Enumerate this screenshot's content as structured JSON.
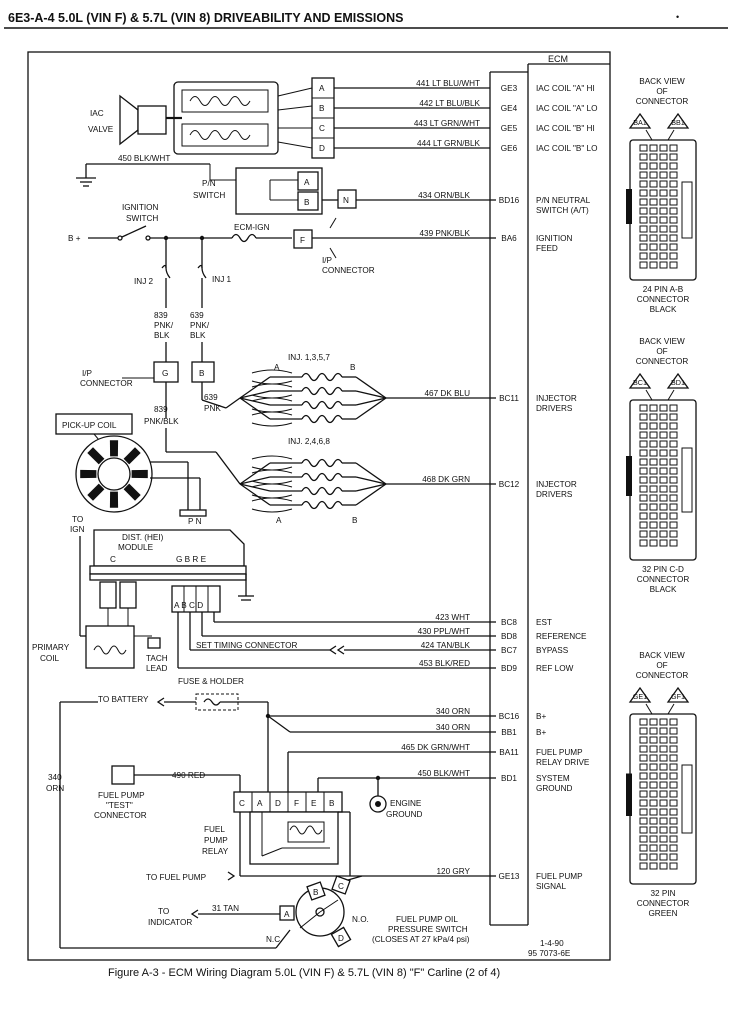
{
  "header": {
    "title": "6E3-A-4  5.0L  (VIN F)  &  5.7L  (VIN 8)  DRIVEABILITY AND EMISSIONS",
    "page_mark": "•"
  },
  "ecm": {
    "title": "ECM"
  },
  "circuits": [
    {
      "wire": "441 LT BLU/WHT",
      "pin": "GE3",
      "label": "IAC COIL \"A\" HI"
    },
    {
      "wire": "442 LT BLU/BLK",
      "pin": "GE4",
      "label": "IAC COIL \"A\" LO"
    },
    {
      "wire": "443 LT GRN/WHT",
      "pin": "GE5",
      "label": "IAC COIL \"B\" HI"
    },
    {
      "wire": "444 LT GRN/BLK",
      "pin": "GE6",
      "label": "IAC COIL \"B\" LO"
    },
    {
      "wire": "434 ORN/BLK",
      "pin": "BD16",
      "label": "P/N NEUTRAL",
      "label2": "SWITCH (A/T)"
    },
    {
      "wire": "439 PNK/BLK",
      "pin": "BA6",
      "label": "IGNITION",
      "label2": "FEED"
    },
    {
      "wire": "467 DK BLU",
      "pin": "BC11",
      "label": "INJECTOR",
      "label2": "DRIVERS"
    },
    {
      "wire": "468 DK GRN",
      "pin": "BC12",
      "label": "INJECTOR",
      "label2": "DRIVERS"
    },
    {
      "wire": "423 WHT",
      "pin": "BC8",
      "label": "EST"
    },
    {
      "wire": "430 PPL/WHT",
      "pin": "BD8",
      "label": "REFERENCE"
    },
    {
      "wire": "424 TAN/BLK",
      "pin": "BC7",
      "label": "BYPASS"
    },
    {
      "wire": "453 BLK/RED",
      "pin": "BD9",
      "label": "REF LOW"
    },
    {
      "wire": "340 ORN",
      "pin": "BC16",
      "label": "B+"
    },
    {
      "wire": "340 ORN",
      "pin": "BB1",
      "label": "B+"
    },
    {
      "wire": "465 DK GRN/WHT",
      "pin": "BA11",
      "label": "FUEL PUMP",
      "label2": "RELAY DRIVE"
    },
    {
      "wire": "450 BLK/WHT",
      "pin": "BD1",
      "label": "SYSTEM",
      "label2": "GROUND"
    },
    {
      "wire": "120 GRY",
      "pin": "GE13",
      "label": "FUEL PUMP",
      "label2": "SIGNAL"
    }
  ],
  "components": {
    "iac_valve": [
      "IAC",
      "VALVE"
    ],
    "iac_pins": [
      "A",
      "B",
      "C",
      "D"
    ],
    "ground_450": "450 BLK/WHT",
    "pn_switch": [
      "P/N",
      "SWITCH"
    ],
    "pn_pins": [
      "A",
      "B"
    ],
    "pn_conn": "N",
    "ignition_switch": [
      "IGNITION",
      "SWITCH"
    ],
    "bplus": "B +",
    "ecm_ign": "ECM-IGN",
    "ip_conn_f": "F",
    "ip_connector": [
      "I/P",
      "CONNECTOR"
    ],
    "inj2": "INJ 2",
    "inj1": "INJ 1",
    "w839": [
      "839",
      "PNK/",
      "BLK"
    ],
    "w639": [
      "639",
      "PNK/",
      "BLK"
    ],
    "ip_connector2": [
      "I/P",
      "CONNECTOR"
    ],
    "conn_g": "G",
    "conn_b": "B",
    "w639_pnk": [
      "639",
      "PNK"
    ],
    "w839_pnk": [
      "839",
      "PNK/BLK"
    ],
    "inj_bank1": "INJ. 1,3,5,7",
    "inj_bank2": "INJ. 2,4,6,8",
    "inj_a": "A",
    "inj_b": "B",
    "pickup_coil": "PICK-UP COIL",
    "pickup_pins": "P  N",
    "to_ign": [
      "TO",
      "IGN"
    ],
    "dist_module": [
      "DIST. (HEI)",
      "MODULE"
    ],
    "module_c": "C",
    "module_pins": "G B R E",
    "module_conn": "A B C D",
    "primary_coil": [
      "PRIMARY",
      "COIL"
    ],
    "tach_lead": [
      "TACH",
      "LEAD"
    ],
    "set_timing": "SET TIMING CONNECTOR",
    "fuse_holder": "FUSE & HOLDER",
    "to_battery": "TO BATTERY",
    "w340_side": [
      "340",
      "ORN"
    ],
    "fp_test_conn": [
      "FUEL PUMP",
      "\"TEST\"",
      "CONNECTOR"
    ],
    "w490": "490 RED",
    "relay_pins": [
      "C",
      "A",
      "D",
      "F",
      "E",
      "B"
    ],
    "fp_relay": [
      "FUEL",
      "PUMP",
      "RELAY"
    ],
    "engine_ground": [
      "ENGINE",
      "GROUND"
    ],
    "to_fuel_pump": "TO FUEL PUMP",
    "to_indicator": [
      "TO",
      "INDICATOR"
    ],
    "w31": "31 TAN",
    "oil_sw_pins": [
      "A",
      "B",
      "C",
      "D"
    ],
    "no": "N.O.",
    "nc": "N.C.",
    "oil_switch": [
      "FUEL PUMP OIL",
      "PRESSURE SWITCH",
      "(CLOSES AT 27 kPa/4 psi)"
    ],
    "date_code": [
      "1-4-90",
      "95 7073-6E"
    ]
  },
  "connectors": [
    {
      "title": [
        "BACK VIEW",
        "OF",
        "CONNECTOR"
      ],
      "keys": [
        "BA1",
        "BB1"
      ],
      "caption": [
        "24 PIN  A-B",
        "CONNECTOR",
        "BLACK"
      ]
    },
    {
      "title": [
        "BACK VIEW",
        "OF",
        "CONNECTOR"
      ],
      "keys": [
        "BC1",
        "BD1"
      ],
      "caption": [
        "32 PIN  C-D",
        "CONNECTOR",
        "BLACK"
      ]
    },
    {
      "title": [
        "BACK VIEW",
        "OF",
        "CONNECTOR"
      ],
      "keys": [
        "GE1",
        "GF1"
      ],
      "caption": [
        "32 PIN",
        "CONNECTOR",
        "GREEN"
      ]
    }
  ],
  "caption": "Figure A-3 - ECM Wiring Diagram  5.0L  (VIN F)  &  5.7L  (VIN 8)  \"F\"  Carline  (2 of 4)"
}
